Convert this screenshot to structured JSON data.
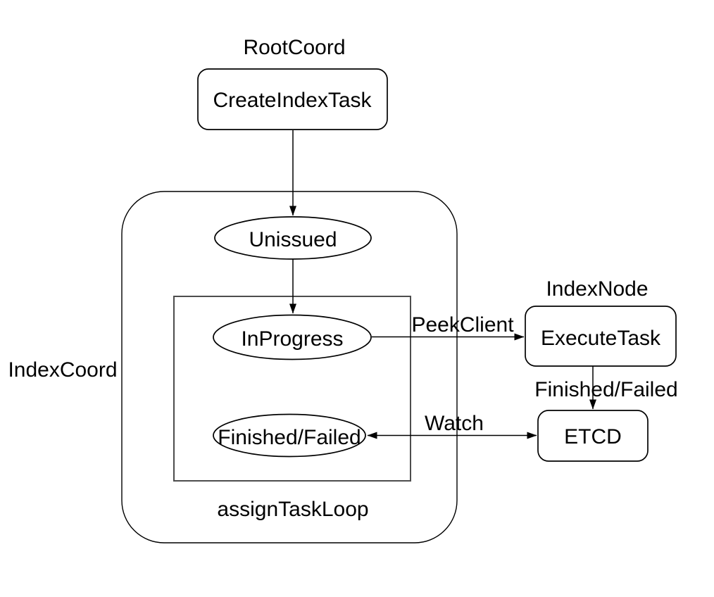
{
  "diagram": {
    "background": "#ffffff",
    "colors": {
      "stroke": "#000000",
      "loop_box_stroke": "#4d4d4d",
      "text": "#000000",
      "shape_fill": "#ffffff"
    },
    "groups": {
      "root_coord_label": "RootCoord",
      "index_coord_label": "IndexCoord",
      "index_node_label": "IndexNode",
      "assign_task_loop_label": "assignTaskLoop"
    },
    "nodes": {
      "create_index_task": "CreateIndexTask",
      "unissued": "Unissued",
      "in_progress": "InProgress",
      "finished_failed": "Finished/Failed",
      "execute_task": "ExecuteTask",
      "etcd": "ETCD"
    },
    "edges": {
      "peek_client": "PeekClient",
      "finished_failed": "Finished/Failed",
      "watch": "Watch"
    }
  }
}
